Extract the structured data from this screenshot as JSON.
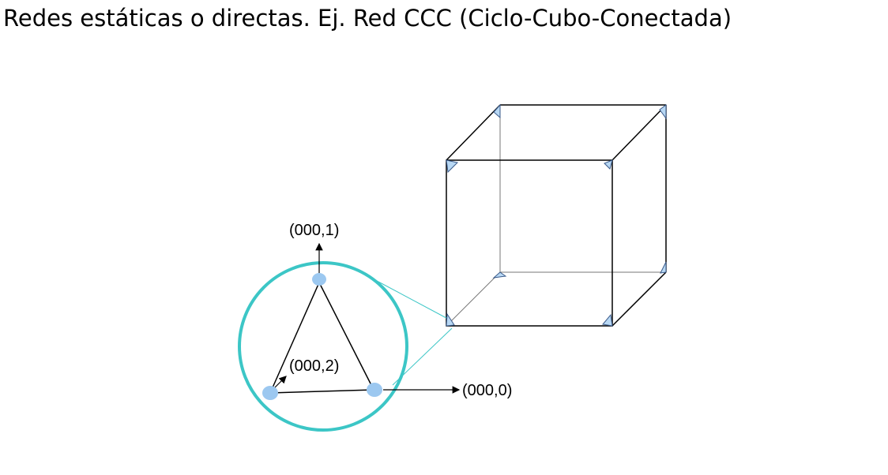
{
  "title": "Redes estáticas o directas. Ej. Red CCC (Ciclo-Cubo-Conectada)",
  "diagram": {
    "node_labels": {
      "top": "(000,1)",
      "left": "(000,2)",
      "right": "(000,0)"
    },
    "colors": {
      "circle": "#3cc6c6",
      "node_fill": "#9cc8f0",
      "zoom_lines": "#3cc6c6",
      "cube_edges": "#000000",
      "corner_triangles": "#b8d8f4"
    }
  }
}
